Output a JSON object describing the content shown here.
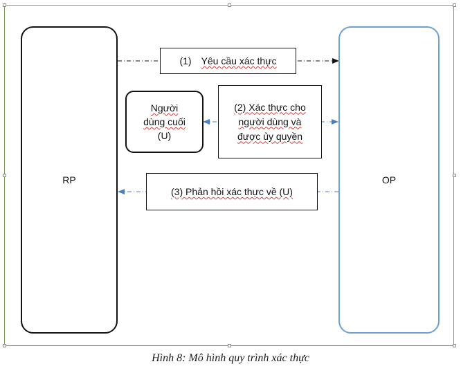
{
  "nodes": {
    "rp": "RP",
    "op": "OP",
    "user": {
      "line1": "Người",
      "line2": "dùng cuối",
      "line3": "(U)"
    }
  },
  "steps": {
    "step1": {
      "num": "(1)",
      "text": "Yêu cầu xác thực"
    },
    "step2": {
      "line1": "(2) Xác thực cho",
      "line2": "người dùng và",
      "line3": "được ủy quyền"
    },
    "step3": "(3) Phản hồi xác thực về (U)"
  },
  "caption": "Hình 8: Mô hình quy trình xác thực",
  "colors": {
    "op_border": "#6e9fd1",
    "arrow_blue": "#4a7fc1",
    "frame": "#7a9a5a"
  }
}
